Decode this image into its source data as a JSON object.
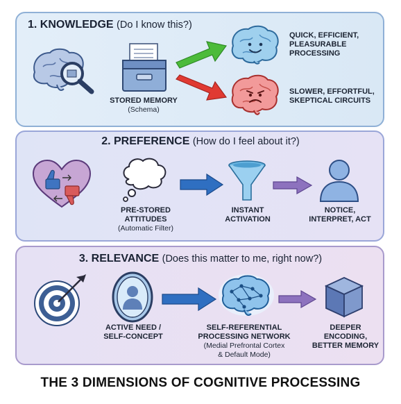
{
  "colors": {
    "arrow_green": "#4cbb3a",
    "arrow_red": "#e03a32",
    "arrow_blue": "#2f6fc1",
    "arrow_purple": "#8d72be",
    "panel1": "#dbe9f6",
    "panel2": "#e1e3f5",
    "panel3": "#e9e0f2"
  },
  "sections": [
    {
      "number_title": "1. KNOWLEDGE",
      "question": "(Do I know this?)",
      "stored_memory": {
        "label": "STORED MEMORY",
        "sub": "(Schema)"
      },
      "outcomes": [
        {
          "line1": "QUICK, EFFICIENT,",
          "line2": "PLEASURABLE",
          "line3": "PROCESSING"
        },
        {
          "line1": "SLOWER, EFFORTFUL,",
          "line2": "SKEPTICAL CIRCUITS"
        }
      ],
      "icons": [
        "brain-magnifier-icon",
        "file-drawer-icon",
        "happy-brain-icon",
        "stressed-brain-icon"
      ]
    },
    {
      "number_title": "2. PREFERENCE",
      "question": "(How do I feel about it?)",
      "steps": [
        {
          "line1": "PRE-STORED",
          "line2": "ATTITUDES",
          "sub": "(Automatic Filter)"
        },
        {
          "line1": "INSTANT",
          "line2": "ACTIVATION"
        },
        {
          "line1": "NOTICE,",
          "line2": "INTERPRET, ACT"
        }
      ],
      "icons": [
        "heart-thumbs-icon",
        "thought-bubble-icon",
        "funnel-icon",
        "person-icon"
      ]
    },
    {
      "number_title": "3. RELEVANCE",
      "question": "(Does this matter to me, right now?)",
      "steps": [
        {
          "line1": "ACTIVE NEED /",
          "line2": "SELF-CONCEPT"
        },
        {
          "line1": "SELF-REFERENTIAL",
          "line2": "PROCESSING NETWORK",
          "sub1": "(Medial Prefrontal Cortex",
          "sub2": "& Default Mode)"
        },
        {
          "line1": "DEEPER",
          "line2": "ENCODING,",
          "line3": "BETTER MEMORY"
        }
      ],
      "icons": [
        "target-arrow-icon",
        "mirror-self-icon",
        "neural-brain-icon",
        "cube-icon"
      ]
    }
  ],
  "footer": "THE 3 DIMENSIONS OF COGNITIVE PROCESSING"
}
